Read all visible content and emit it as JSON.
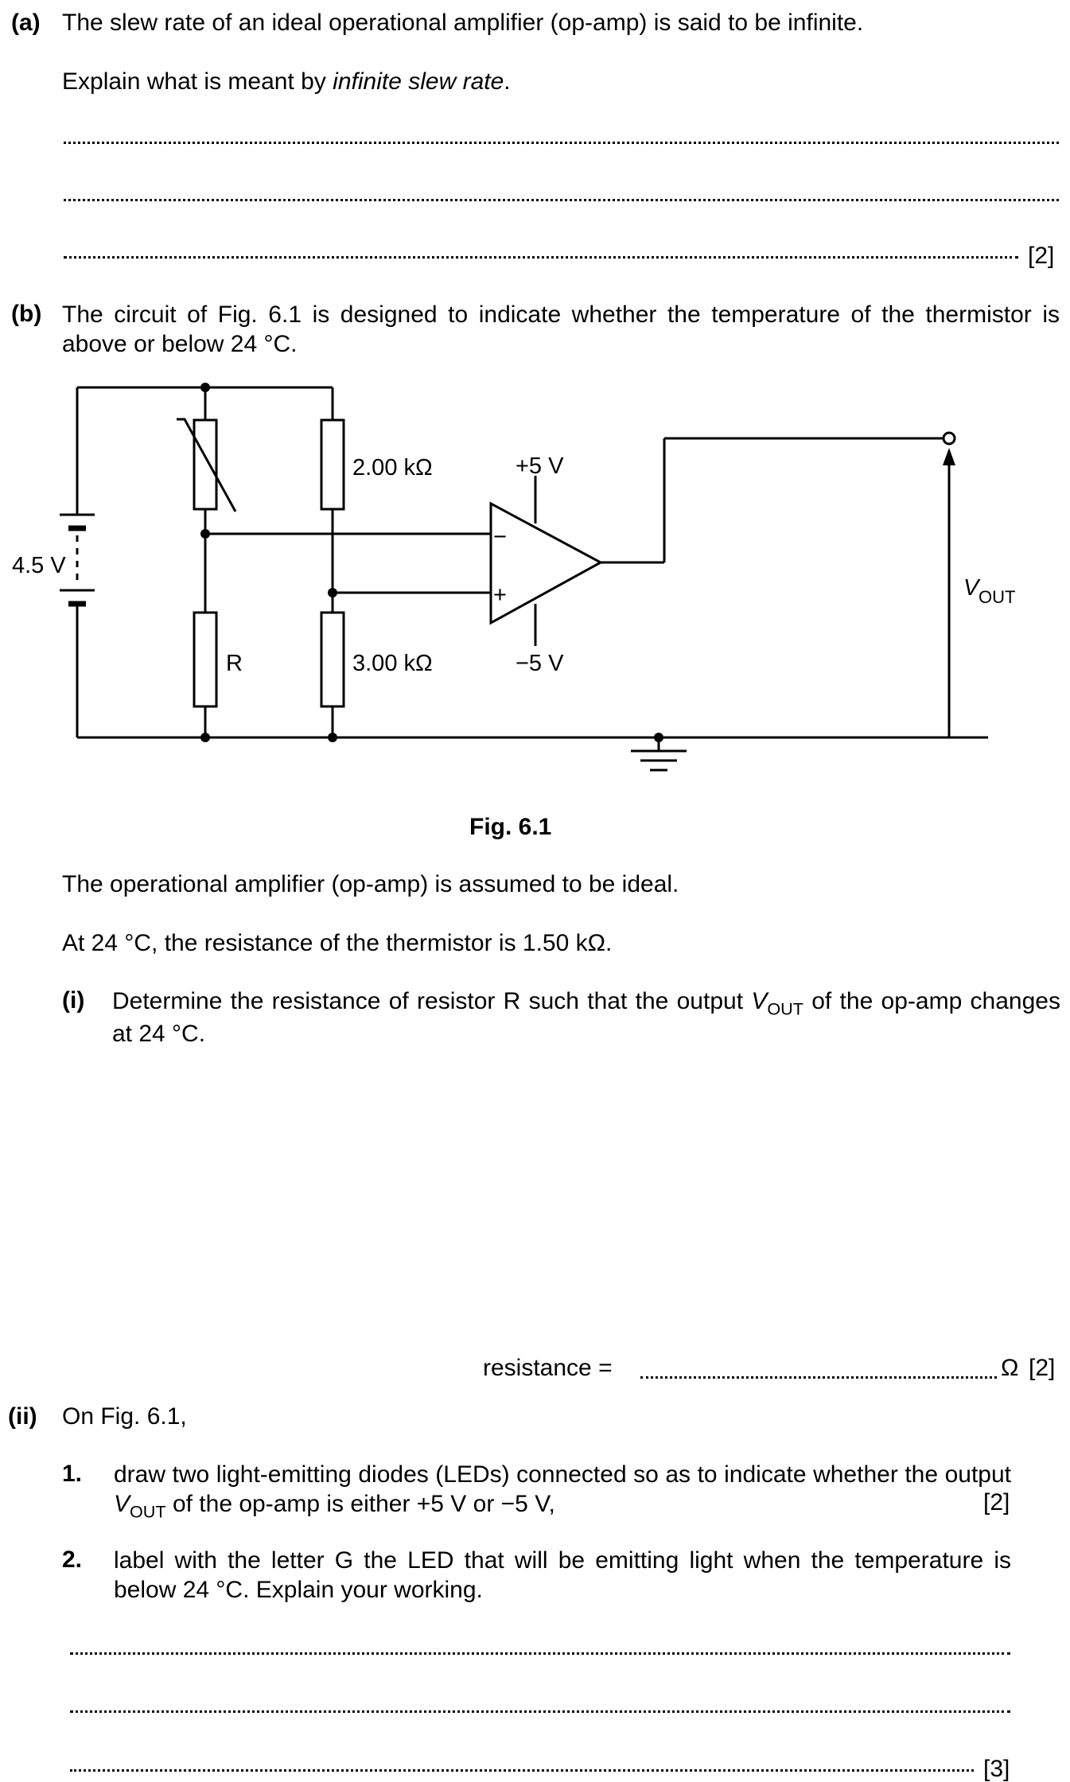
{
  "part_a": {
    "label": "(a)",
    "line1": "The slew rate of an ideal operational amplifier (op-amp) is said to be infinite.",
    "prompt_prefix": "Explain what is meant by ",
    "prompt_term": "infinite slew rate",
    "prompt_suffix": ".",
    "marks": "[2]"
  },
  "part_b": {
    "label": "(b)",
    "intro": "The circuit of Fig. 6.1 is designed to indicate whether the temperature of the thermistor is above or below 24 °C.",
    "figure": {
      "caption": "Fig. 6.1",
      "battery_label": "4.5 V",
      "resistor_top_label": "2.00 kΩ",
      "resistor_bottom_label": "3.00 kΩ",
      "resistor_r_label": "R",
      "supply_pos": "+5 V",
      "supply_neg": "−5 V",
      "input_minus": "−",
      "input_plus": "+",
      "vout_letter": "V",
      "vout_sub": "OUT"
    },
    "assumption": "The operational amplifier (op-amp) is assumed to be ideal.",
    "condition": "At 24 °C, the resistance of the thermistor is 1.50 kΩ.",
    "part_i": {
      "label": "(i)",
      "text_before": "Determine the resistance of resistor R such that the output ",
      "v_letter": "V",
      "v_sub": "OUT",
      "text_after": " of the op-amp changes at 24 °C.",
      "answer_label": "resistance  =",
      "answer_unit": "Ω",
      "marks": "[2]"
    },
    "part_ii": {
      "label": "(ii)",
      "intro": "On Fig. 6.1,",
      "item1_num": "1.",
      "item1_before": "draw two light-emitting diodes (LEDs) connected so as to indicate whether the output ",
      "item1_v": "V",
      "item1_sub": "OUT",
      "item1_after": " of the op-amp is either +5 V or −5 V,",
      "item1_marks": "[2]",
      "item2_num": "2.",
      "item2_text": "label with the letter G the LED that will be emitting light when the temperature is below 24 °C. Explain your working.",
      "item2_marks": "[3]"
    }
  }
}
